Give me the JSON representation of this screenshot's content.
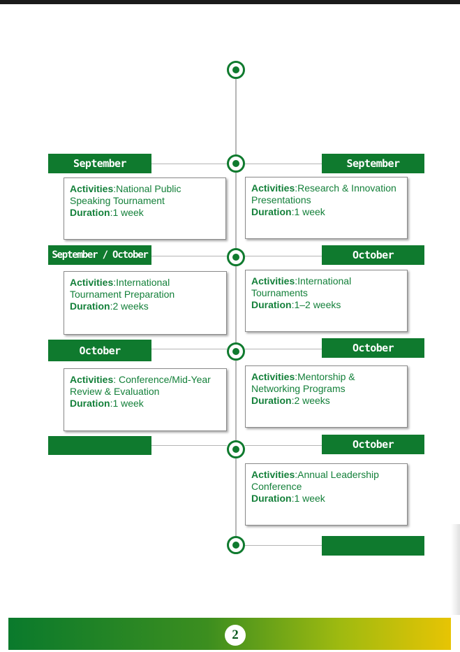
{
  "rows": [
    {
      "left": {
        "month": "September",
        "activity": "National Public Speaking Tournament",
        "duration": "1 week"
      },
      "right": {
        "month": "September",
        "activity": "Research & Innovation Presentations",
        "duration": "1 week"
      }
    },
    {
      "left": {
        "month": "September / October",
        "activity": "International Tournament Preparation",
        "duration": "2 weeks"
      },
      "right": {
        "month": "October",
        "activity": "International Tournaments",
        "duration": "1–2 weeks"
      }
    },
    {
      "left": {
        "month": "October",
        "activity": " Conference/Mid-Year Review & Evaluation",
        "duration": "1 week"
      },
      "right": {
        "month": "October",
        "activity": "Mentorship & Networking Programs",
        "duration": "2 weeks"
      }
    },
    {
      "left": {
        "month": ""
      },
      "right": {
        "month": "October",
        "activity": "Annual Leadership Conference",
        "duration": "1  week"
      }
    },
    {
      "right": {
        "month": ""
      }
    }
  ],
  "labels": {
    "activities": "Activities",
    "duration": "Duration",
    "separator": ":"
  },
  "footer": {
    "page_number": "2"
  },
  "colors": {
    "primary_green": "#0f7a2e",
    "text_green": "#14803a",
    "gradient_end": "#e7c404"
  }
}
